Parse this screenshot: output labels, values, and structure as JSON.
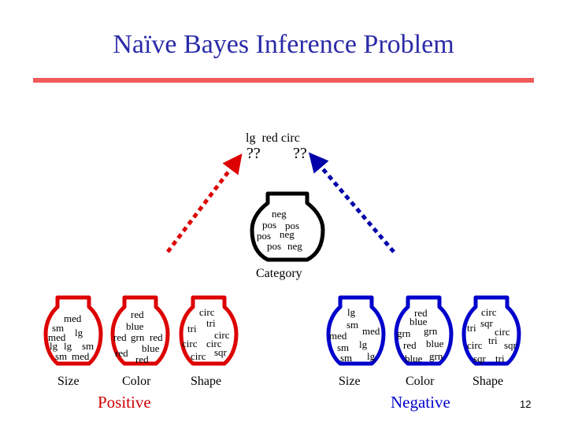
{
  "title": "Naïve Bayes Inference Problem",
  "colors": {
    "title": "#2b2ba8",
    "rule": "#f05a5a",
    "positive": "#cc0000",
    "negative": "#0000cc",
    "arrow_left": "#dd0000",
    "arrow_right": "#0000aa"
  },
  "query": {
    "features": "lg  red circ",
    "unknown_left": "??",
    "unknown_right": "??"
  },
  "category_jar": {
    "words": [
      "neg",
      "pos",
      "pos",
      "pos",
      "neg",
      "pos",
      "neg"
    ],
    "label": "Category"
  },
  "positive": {
    "label": "Positive",
    "size": {
      "words": [
        "med",
        "sm",
        "lg",
        "med",
        "lg",
        "lg",
        "sm",
        "sm",
        "med"
      ],
      "label": "Size"
    },
    "color": {
      "words": [
        "red",
        "blue",
        "red",
        "grn",
        "red",
        "red",
        "blue",
        "red"
      ],
      "label": "Color"
    },
    "shape": {
      "words": [
        "circ",
        "tri",
        "tri",
        "circ",
        "circ",
        "circ",
        "circ",
        "sqr"
      ],
      "label": "Shape"
    }
  },
  "negative": {
    "label": "Negative",
    "size": {
      "words": [
        "lg",
        "sm",
        "med",
        "med",
        "sm",
        "lg",
        "sm",
        "lg"
      ],
      "label": "Size"
    },
    "color": {
      "words": [
        "red",
        "blue",
        "grn",
        "grn",
        "red",
        "blue",
        "blue",
        "grn"
      ],
      "label": "Color"
    },
    "shape": {
      "words": [
        "circ",
        "tri",
        "sqr",
        "circ",
        "circ",
        "tri",
        "sqr",
        "sqr",
        "tri"
      ],
      "label": "Shape"
    }
  },
  "page_number": "12"
}
